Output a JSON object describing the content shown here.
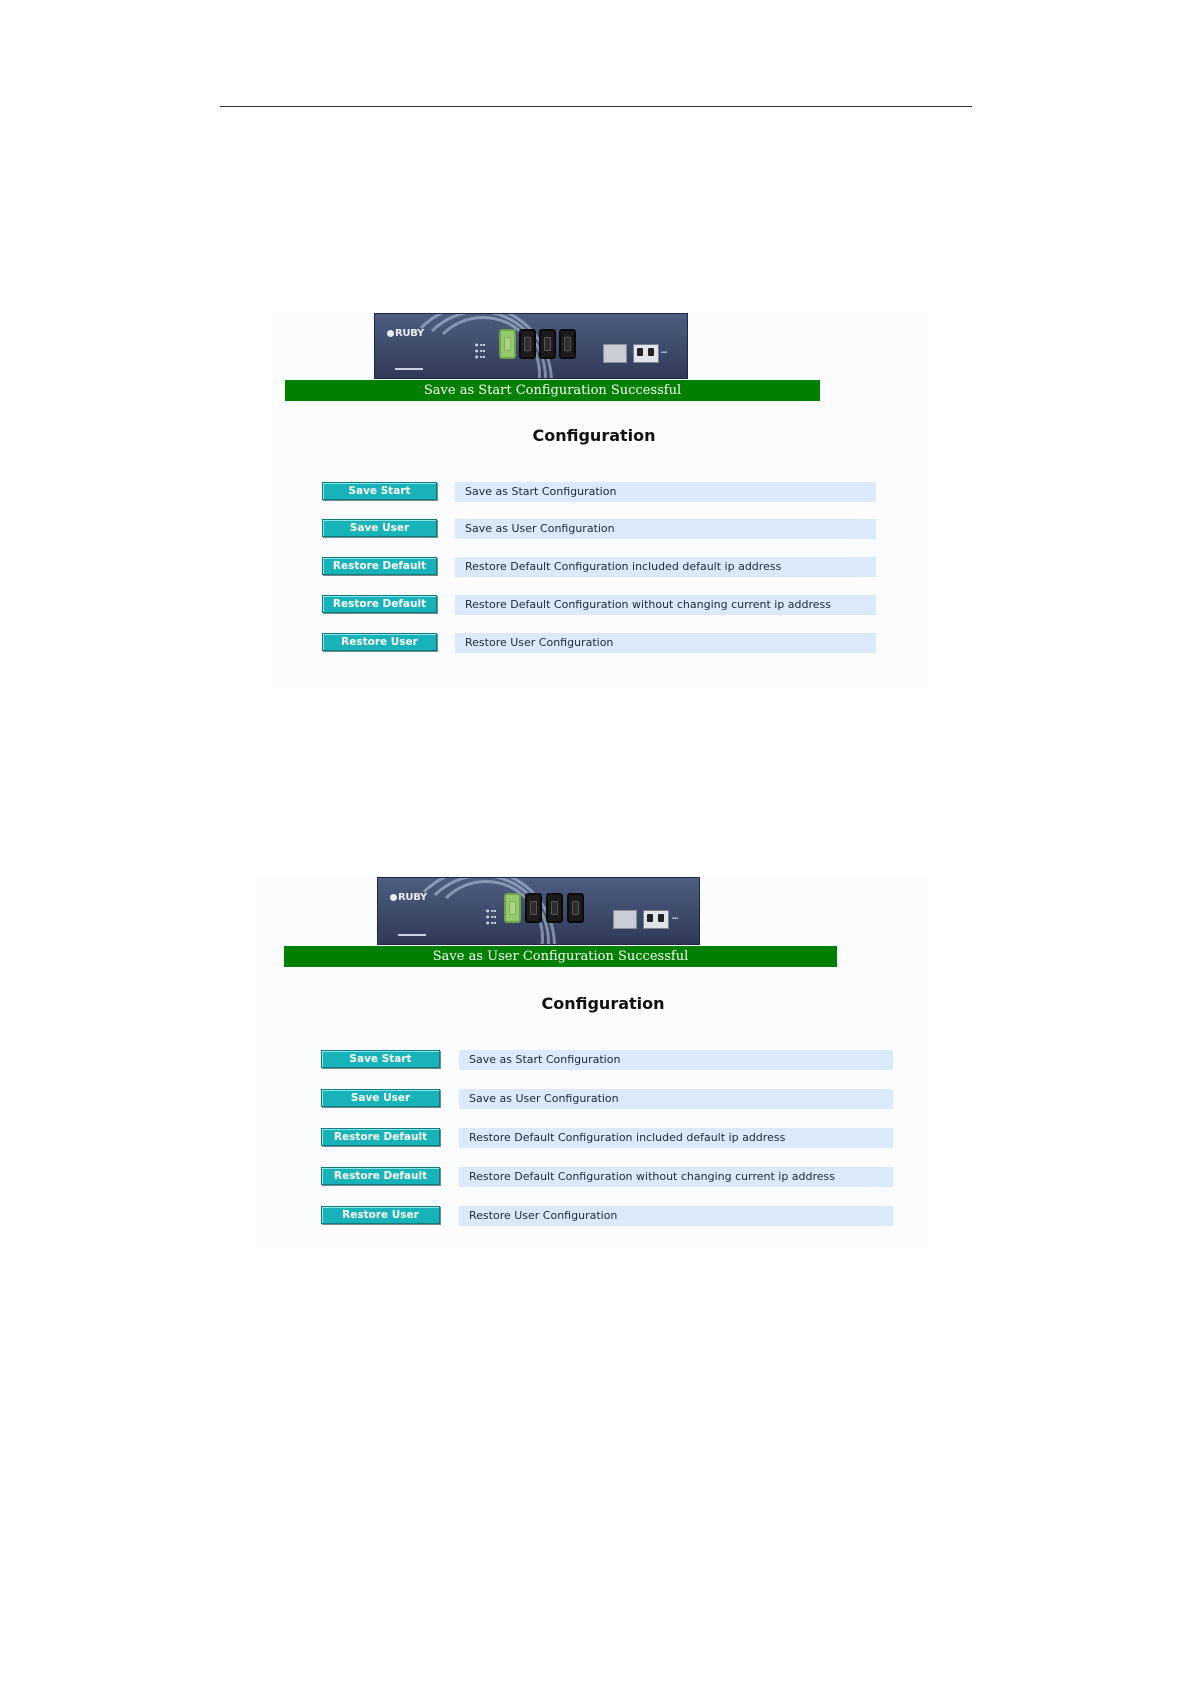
{
  "document": {},
  "screenshot1": {
    "device_logo": "RUBY",
    "banner": "Save as Start Configuration Successful",
    "title": "Configuration",
    "rows": [
      {
        "button": "Save Start",
        "description": "Save as Start Configuration"
      },
      {
        "button": "Save User",
        "description": "Save as User Configuration"
      },
      {
        "button": "Restore Default",
        "description": "Restore Default Configuration included default ip address"
      },
      {
        "button": "Restore Default",
        "description": "Restore Default Configuration without changing current ip address"
      },
      {
        "button": "Restore User",
        "description": "Restore User Configuration"
      }
    ]
  },
  "screenshot2": {
    "device_logo": "RUBY",
    "banner": "Save as User Configuration Successful",
    "title": "Configuration",
    "rows": [
      {
        "button": "Save Start",
        "description": "Save as Start Configuration"
      },
      {
        "button": "Save User",
        "description": "Save as User Configuration"
      },
      {
        "button": "Restore Default",
        "description": "Restore Default Configuration included default ip address"
      },
      {
        "button": "Restore Default",
        "description": "Restore Default Configuration without changing current ip address"
      },
      {
        "button": "Restore User",
        "description": "Restore User Configuration"
      }
    ]
  },
  "colors": {
    "banner": "#008000",
    "button": "#17b3b9",
    "description_bg": "#daeafb"
  }
}
